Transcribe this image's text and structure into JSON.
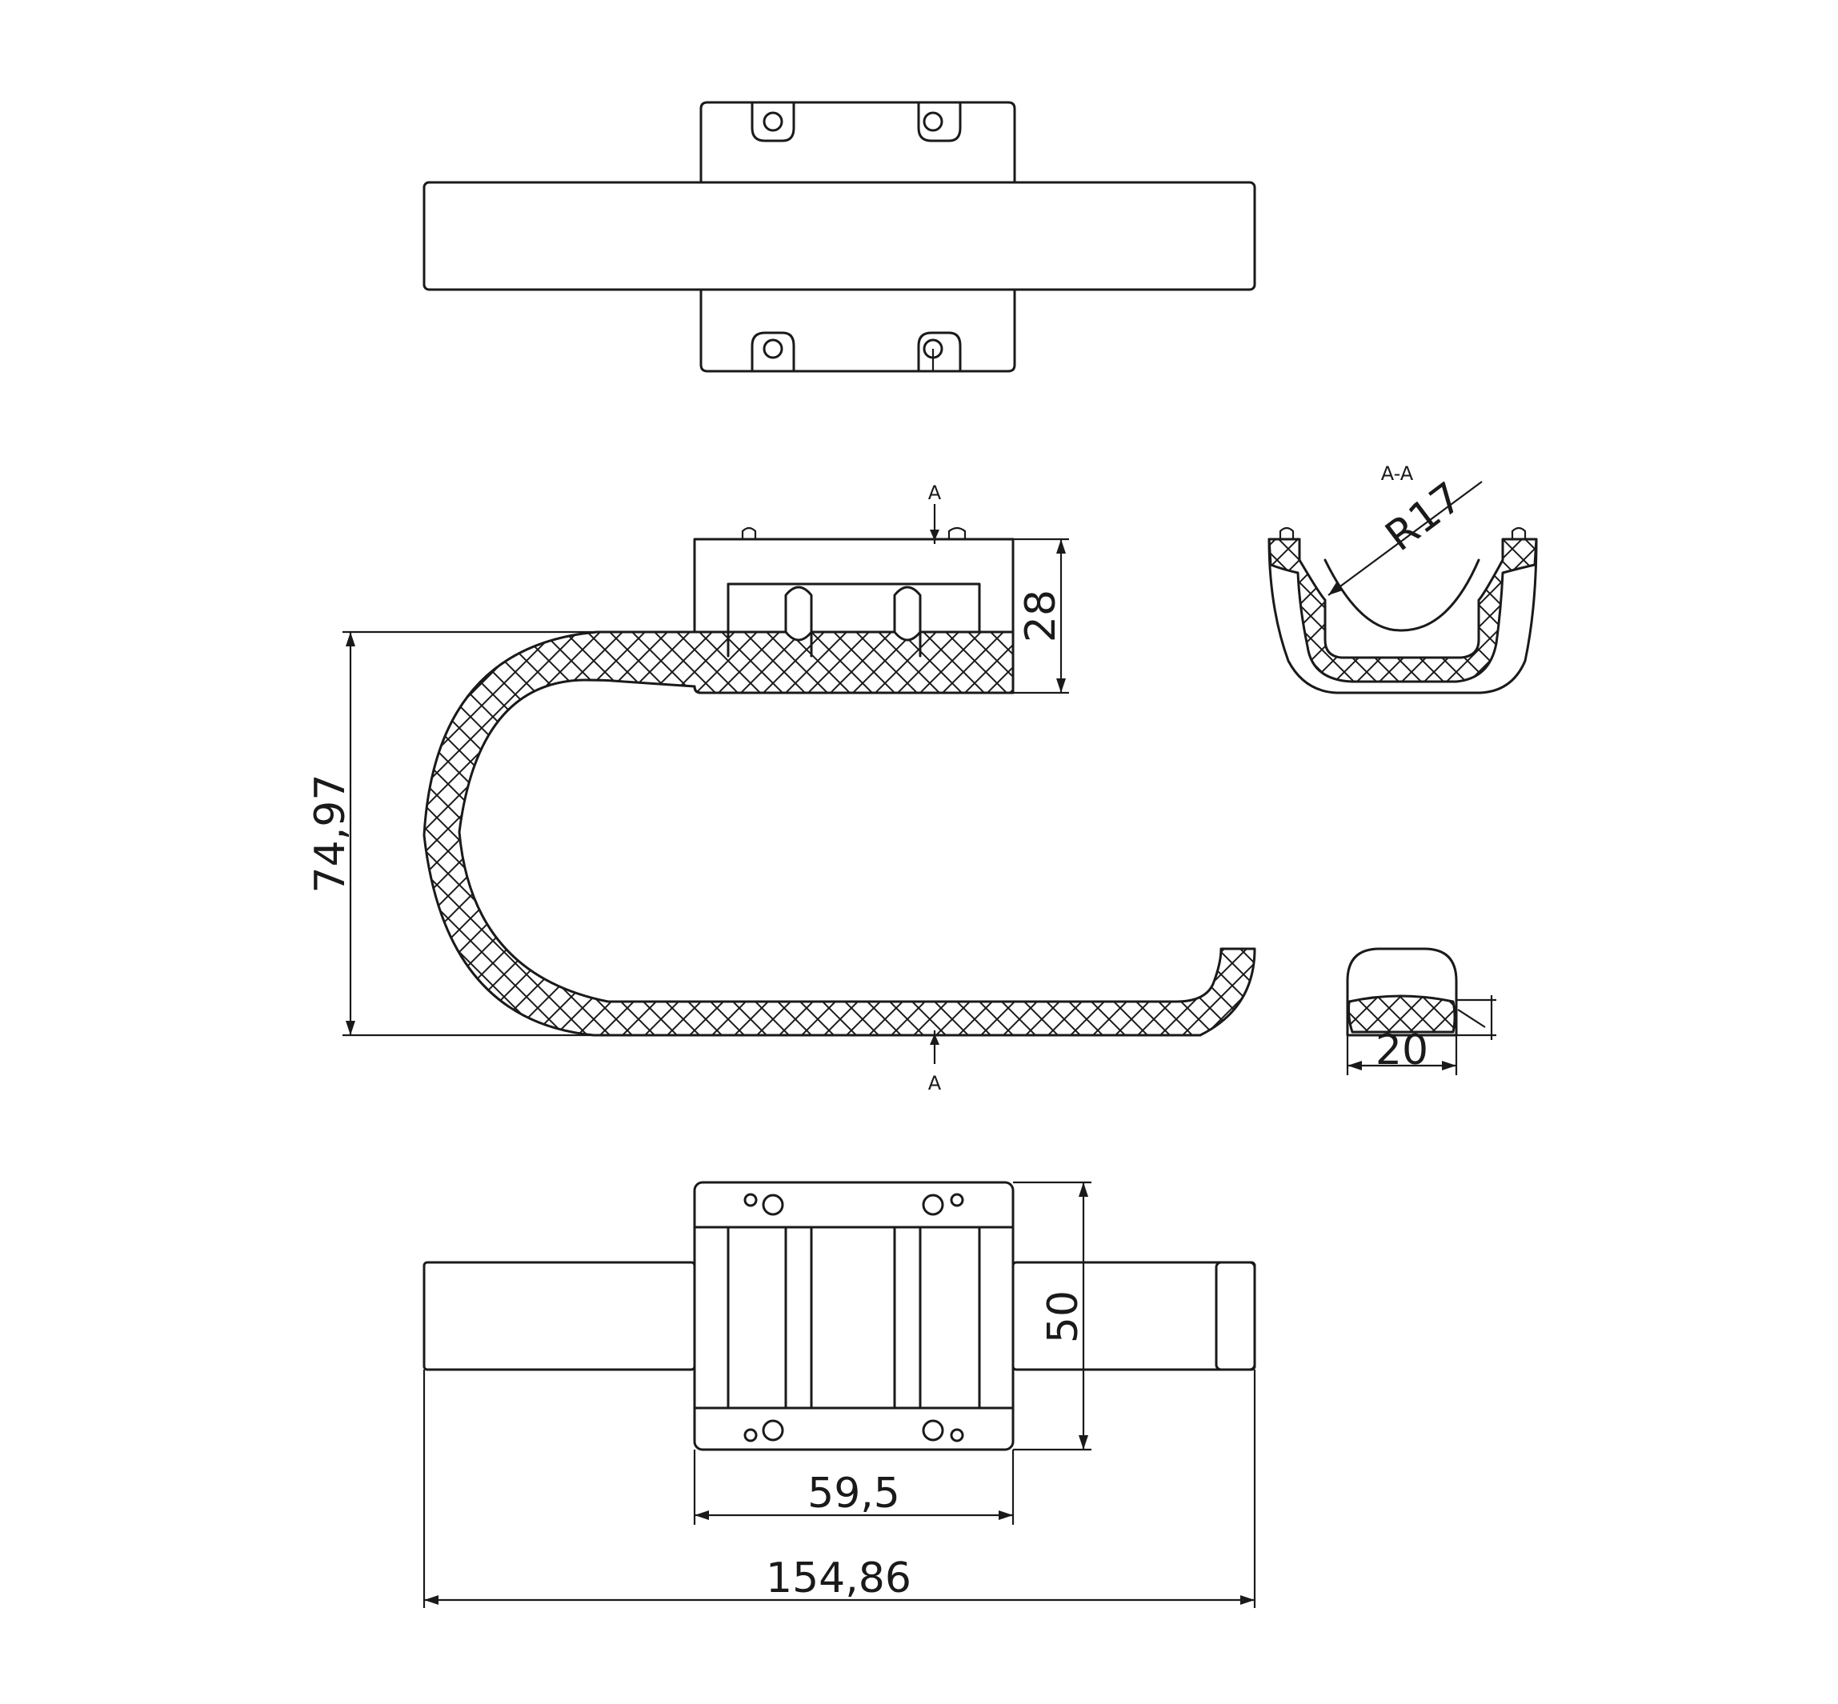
{
  "dimensions": {
    "height_ring": "74,97",
    "height_base": "28",
    "width_total": "154,86",
    "width_base": "59,5",
    "depth_base": "50",
    "profile_width": "20",
    "radius": "R17"
  },
  "section": {
    "title": "A-A",
    "marker_top": "A",
    "marker_bottom": "A"
  },
  "colors": {
    "line": "#1a1a1a",
    "background": "#ffffff"
  }
}
